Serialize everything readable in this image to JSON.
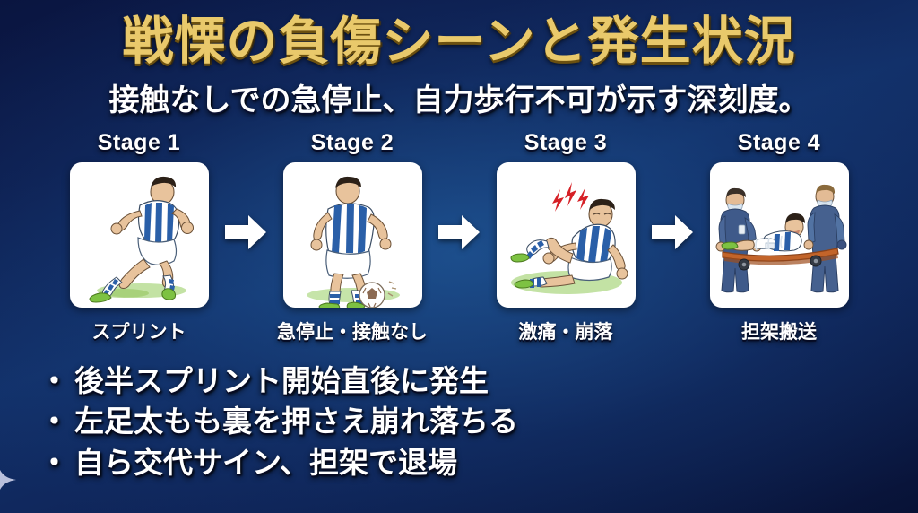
{
  "poster": {
    "title": "戦慄の負傷シーンと発生状況",
    "subtitle": "接触なしでの急停止、自力歩行不可が示す深刻度。",
    "colors": {
      "title_gold": "#e9c96b",
      "text_white": "#ffffff",
      "background_navy_dark": "#0a1640",
      "background_blue_mid": "#1a5490",
      "card_white": "#ffffff",
      "arrow_white": "#ffffff",
      "sparkle": "#b9c0dc",
      "kit_blue": "#2a5fa8",
      "pain_red": "#d62026",
      "grass_green": "#9ccb6a",
      "boot_green": "#7dc242"
    }
  },
  "stages": [
    {
      "heading": "Stage 1",
      "caption": "スプリント",
      "illustration": "sprinting-player"
    },
    {
      "heading": "Stage 2",
      "caption": "急停止・接触なし",
      "illustration": "player-stopped-with-ball"
    },
    {
      "heading": "Stage 3",
      "caption": "激痛・崩落",
      "illustration": "player-collapsed-in-pain"
    },
    {
      "heading": "Stage 4",
      "caption": "担架搬送",
      "illustration": "stretcher-carry-by-medics"
    }
  ],
  "arrows": [
    {
      "label": "arrow-stage-1-to-2"
    },
    {
      "label": "arrow-stage-2-to-3"
    },
    {
      "label": "arrow-stage-3-to-4"
    }
  ],
  "bullets": [
    {
      "marker": "・",
      "text": "後半スプリント開始直後に発生"
    },
    {
      "marker": "・",
      "text": "左足太もも裏を押さえ崩れ落ちる"
    },
    {
      "marker": "・",
      "text": "自ら交代サイン、担架で退場"
    }
  ]
}
